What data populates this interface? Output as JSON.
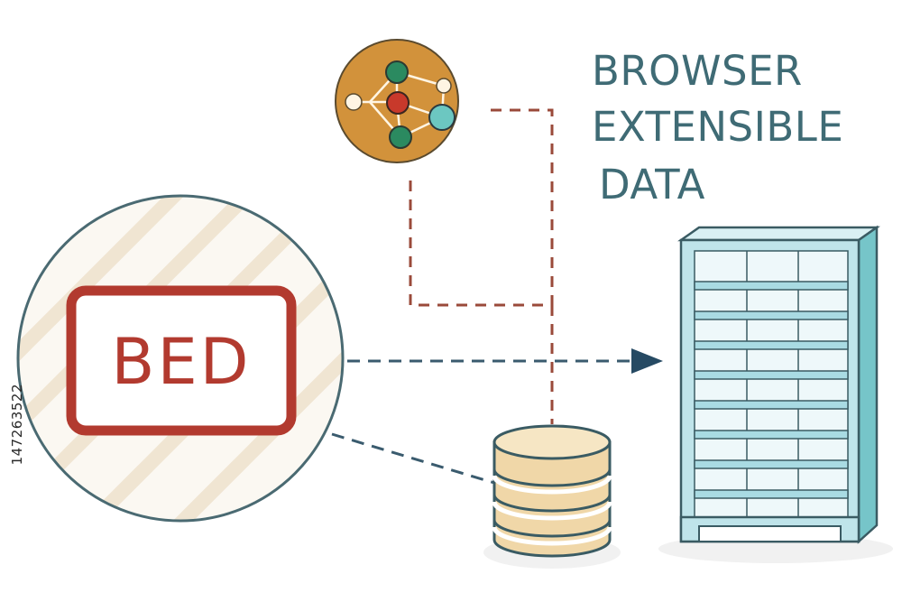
{
  "title": {
    "lines": [
      "BROWSER",
      "EXTENSIBLE",
      "DATA"
    ],
    "color": "#3f6b75"
  },
  "bed_badge": {
    "label": "BED",
    "color": "#b23a2f"
  },
  "side_id": "147263522",
  "icons": {
    "network": "network-graph-icon",
    "database": "database-icon",
    "server_rack": "server-rack-icon"
  },
  "colors": {
    "outline": "#3a5b63",
    "dashed_red": "#9a4a3a",
    "dashed_blue": "#3a5b6e",
    "arrow": "#264a63",
    "network_bg": "#d2923b",
    "node_green": "#2b8a60",
    "node_red": "#c8392b",
    "node_teal": "#6cc7c1",
    "rack_frame": "#a9dbe3",
    "db_fill": "#f0d7a8"
  }
}
